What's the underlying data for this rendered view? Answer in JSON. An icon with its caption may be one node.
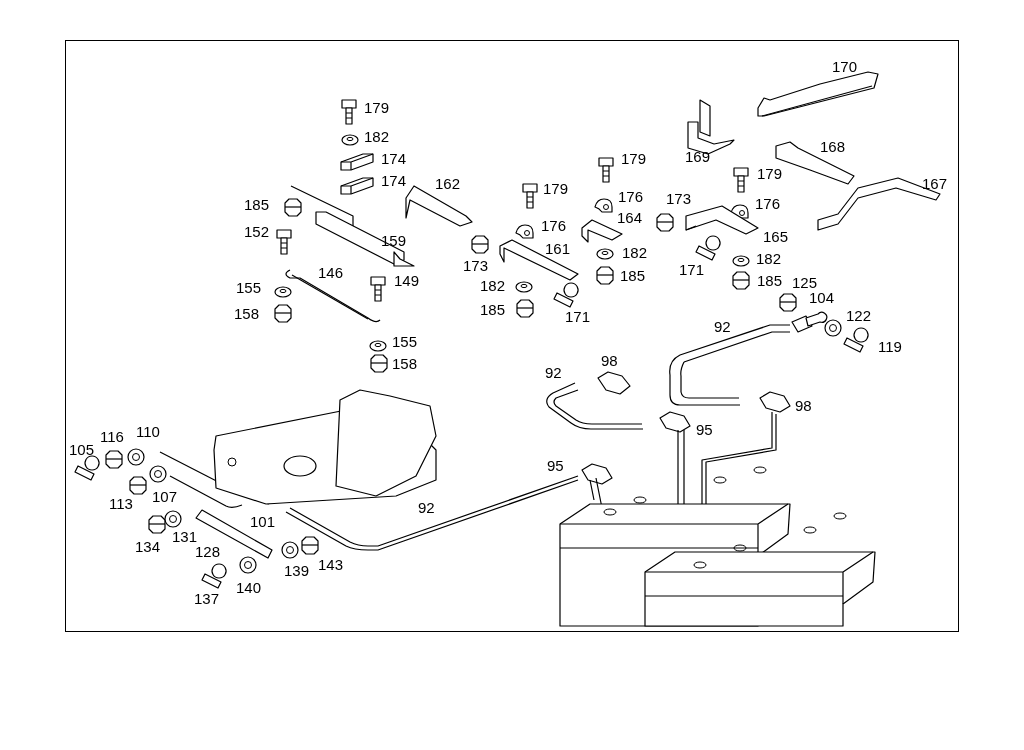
{
  "diagram": {
    "labels": [
      "170",
      "179",
      "182",
      "168",
      "169",
      "179",
      "174",
      "179",
      "174",
      "162",
      "167",
      "179",
      "176",
      "173",
      "176",
      "185",
      "164",
      "176",
      "152",
      "165",
      "159",
      "161",
      "182",
      "182",
      "173",
      "171",
      "146",
      "149",
      "185",
      "185",
      "155",
      "182",
      "125",
      "104",
      "185",
      "158",
      "171",
      "122",
      "92",
      "155",
      "119",
      "158",
      "98",
      "92",
      "98",
      "95",
      "110",
      "116",
      "105",
      "95",
      "107",
      "113",
      "92",
      "101",
      "131",
      "134",
      "128",
      "143",
      "139",
      "140",
      "137"
    ]
  }
}
